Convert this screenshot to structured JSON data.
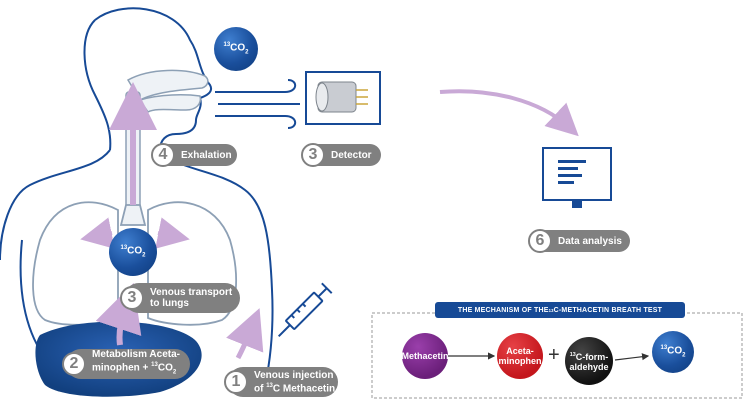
{
  "steps": {
    "exhalation": {
      "num": "4",
      "label": "Exhalation"
    },
    "detector": {
      "num": "3",
      "label": "Detector"
    },
    "analysis": {
      "num": "6",
      "label": "Data analysis"
    },
    "venous_transport": {
      "num": "3",
      "label": "Venous transport\nto lungs"
    },
    "metabolism": {
      "num": "2",
      "label_line1": "Metabolism Aceta-",
      "label_line2_pre": "minophen + ",
      "label_line2_sup": "13",
      "label_line2_co": "CO",
      "label_line2_sub": "2"
    },
    "injection": {
      "num": "1",
      "label_line1": "Venous injection",
      "label_line2_pre": "of ",
      "label_line2_sup": "13",
      "label_line2_post": "C Methacetin"
    }
  },
  "co2_labels": {
    "sup": "13",
    "co": "CO",
    "sub": "2"
  },
  "mechanism": {
    "title_pre": "THE MECHANISM OF THE ",
    "title_sup": "13",
    "title_post": "C-METHACETIN BREATH TEST",
    "methacetin": "Methacetin",
    "acetaminophen": "Aceta-\nminophen",
    "formaldehyde_sup": "13",
    "formaldehyde": "C-form-\naldehyde",
    "plus": "+"
  },
  "colors": {
    "body_outline": "#174a96",
    "pill_gray": "#808080",
    "arrow_lilac": "#c9a9d6",
    "methacetin": "#6b1f7a",
    "acetaminophen": "#c4161c",
    "formaldehyde": "#1a1a1a",
    "co2_blue": "#1a4f9c"
  }
}
